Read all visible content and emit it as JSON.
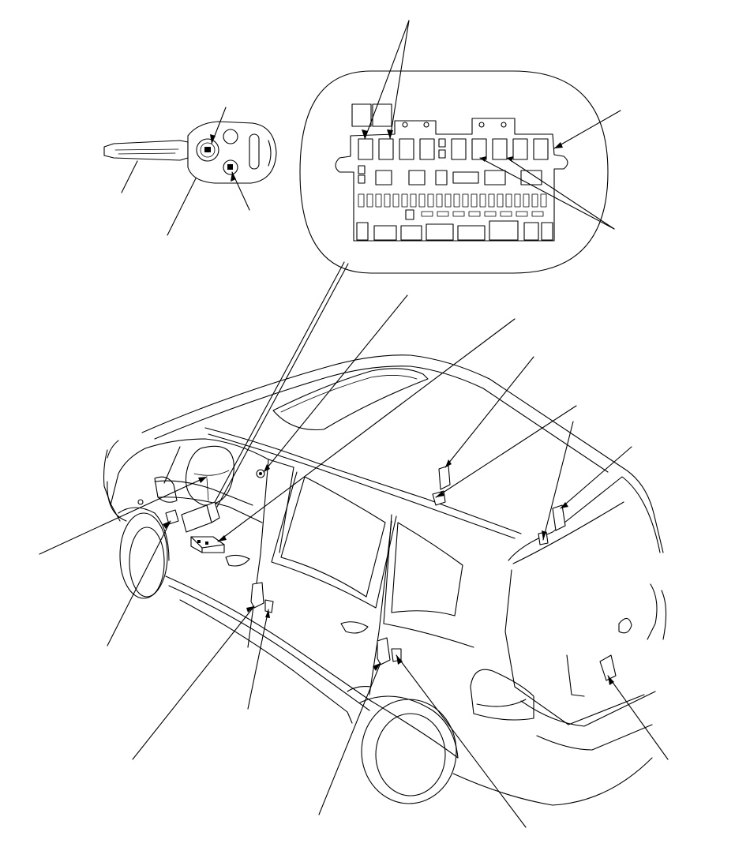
{
  "diagram": {
    "kind": "vehicle-component-locator",
    "labels": [],
    "colors": {
      "line": "#000000",
      "background": "#ffffff"
    },
    "components": [
      {
        "id": "key-transmitter",
        "icon": "remote-key-icon"
      },
      {
        "id": "under-dash-fuse-box",
        "icon": "fuse-box-icon"
      },
      {
        "id": "interior-door-switches",
        "icon": "door-switch-icon"
      }
    ]
  }
}
